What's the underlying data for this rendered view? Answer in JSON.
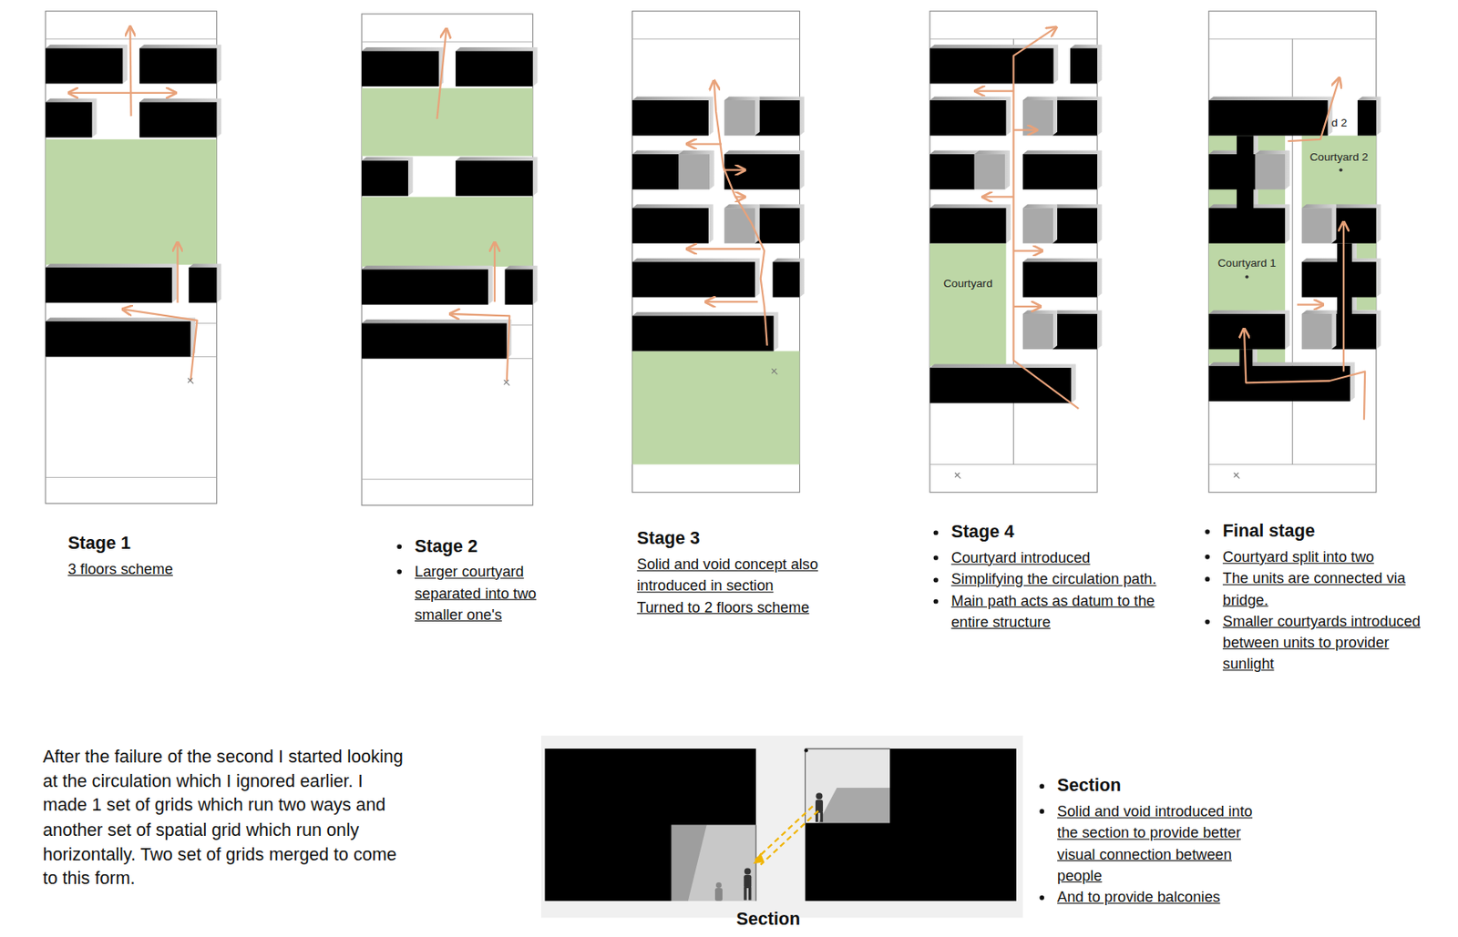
{
  "diagram": {
    "nodes": [
      {
        "text": [
          "Courtyard"
        ]
      },
      {
        "text": [
          "Courtyard 2"
        ]
      },
      {
        "text": [
          "Courtyard 1"
        ]
      }
    ],
    "labels": [
      "d 2",
      "Stage 1",
      "3 floors scheme",
      "Stage 2",
      "Larger courtyard separated into two smaller one's",
      "Stage 3",
      "Solid and void concept also introduced in section",
      "Turned to 2 floors scheme",
      "Stage 4",
      "Courtyard introduced",
      "Simplifying the circulation path.",
      "Main path acts as datum to the entire structure",
      "Final stage",
      "Courtyard split into two",
      "The units are connected via bridge.",
      "Smaller courtyards introduced between units to provider sunlight",
      "After the failure of the second I started looking at the circulation which I ignored earlier. I made 1 set of grids which run two ways and another set of spatial grid which run only horizontally. Two set of grids merged to come to this form.",
      "Section",
      "Section",
      "Solid and void introduced into the section to provide better visual connection between people",
      "And to provide balconies"
    ]
  }
}
